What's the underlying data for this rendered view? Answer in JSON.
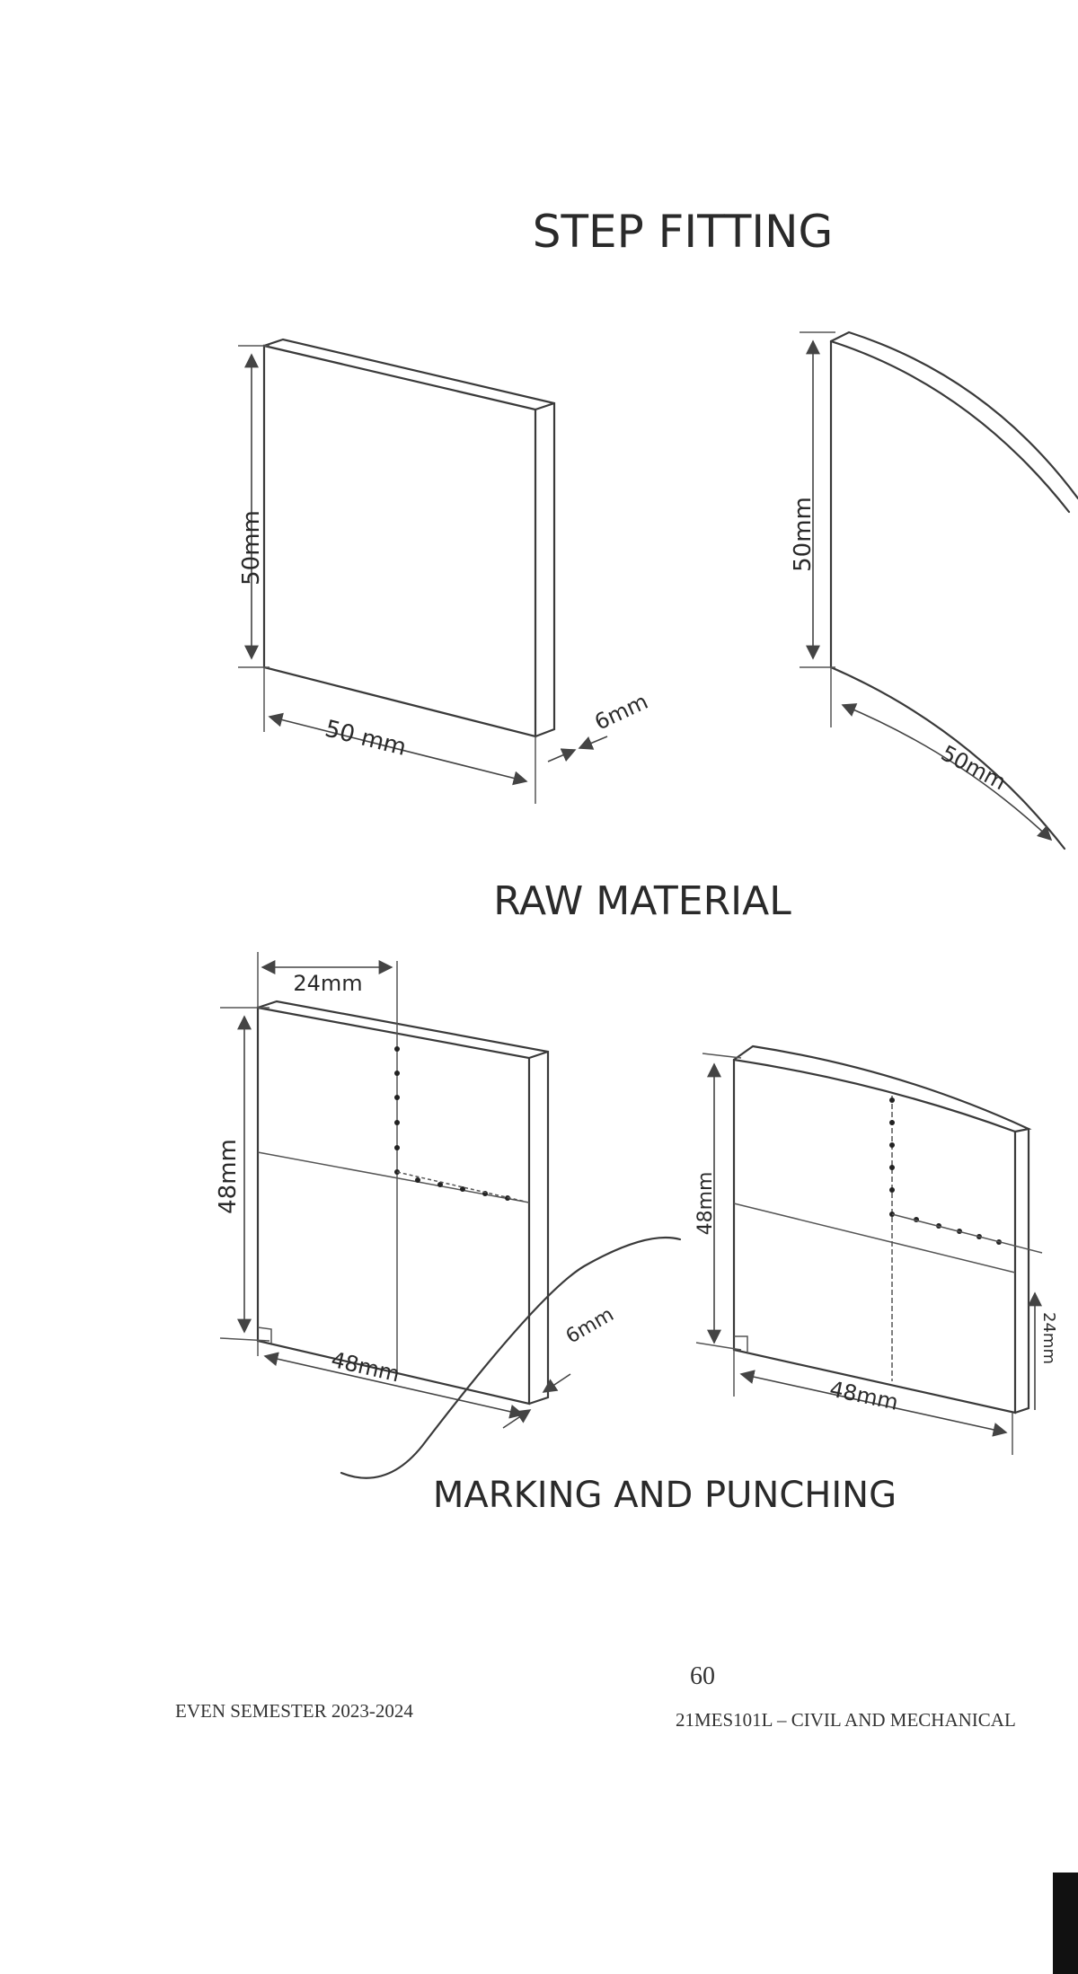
{
  "title": "STEP FITTING",
  "raw_material": {
    "caption": "RAW MATERIAL",
    "flat_plate": {
      "height": "50mm",
      "width": "50 mm",
      "thickness": "6mm"
    },
    "curved_plate": {
      "height": "50mm",
      "width": "50mm"
    }
  },
  "marking": {
    "caption": "MARKING AND PUNCHING",
    "plate_front": {
      "half_width": "24mm",
      "height": "48mm",
      "width": "48mm",
      "thickness": "6mm"
    },
    "plate_side": {
      "height": "48mm",
      "width": "48mm",
      "half_height": "24mm"
    }
  },
  "footer": {
    "page_number": "60",
    "semester": "EVEN SEMESTER 2023-2024",
    "course": "21MES101L – CIVIL AND MECHANICAL"
  },
  "colors": {
    "ink": "#2a2a2a",
    "paper": "#ffffff"
  }
}
